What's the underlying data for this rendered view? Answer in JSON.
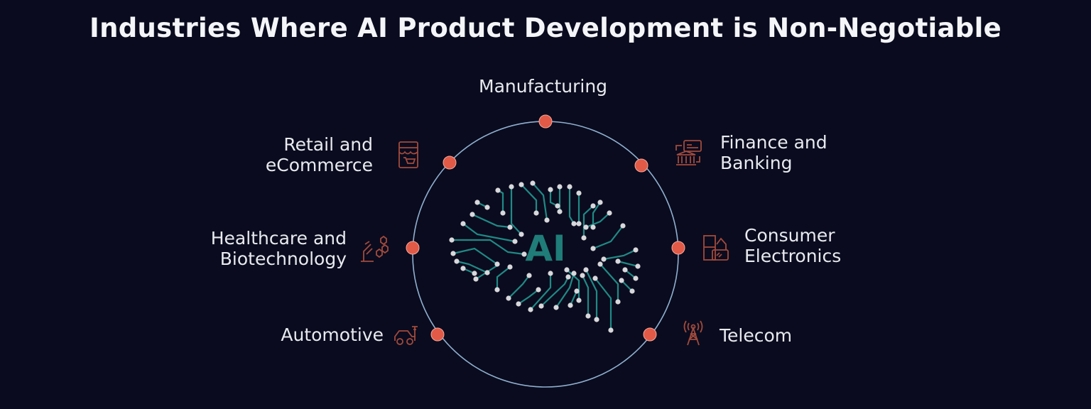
{
  "title": "Industries Where AI Product Development is Non-Negotiable",
  "center": {
    "text": "AI",
    "icon": "brain-circuit-icon"
  },
  "colors": {
    "background": "#0a0b1e",
    "ring": "#8fb0d0",
    "node": "#e15a47",
    "icon": "#a24a3c",
    "circuit": "#1f8a86",
    "ai_text": "#1f7c78",
    "circuit_dot": "#d8d8dc"
  },
  "industries": [
    {
      "id": "manufacturing",
      "line1": "Manufacturing",
      "line2": "",
      "icon": "factory-icon"
    },
    {
      "id": "finance",
      "line1": "Finance and",
      "line2": "Banking",
      "icon": "bank-card-icon"
    },
    {
      "id": "consumer-electronics",
      "line1": "Consumer",
      "line2": "Electronics",
      "icon": "devices-icon"
    },
    {
      "id": "telecom",
      "line1": "Telecom",
      "line2": "",
      "icon": "tower-icon"
    },
    {
      "id": "automotive",
      "line1": "Automotive",
      "line2": "",
      "icon": "car-wrench-icon"
    },
    {
      "id": "healthcare",
      "line1": "Healthcare and",
      "line2": "Biotechnology",
      "icon": "microscope-molecule-icon"
    },
    {
      "id": "retail",
      "line1": "Retail and",
      "line2": "eCommerce",
      "icon": "storefront-cart-icon"
    }
  ]
}
